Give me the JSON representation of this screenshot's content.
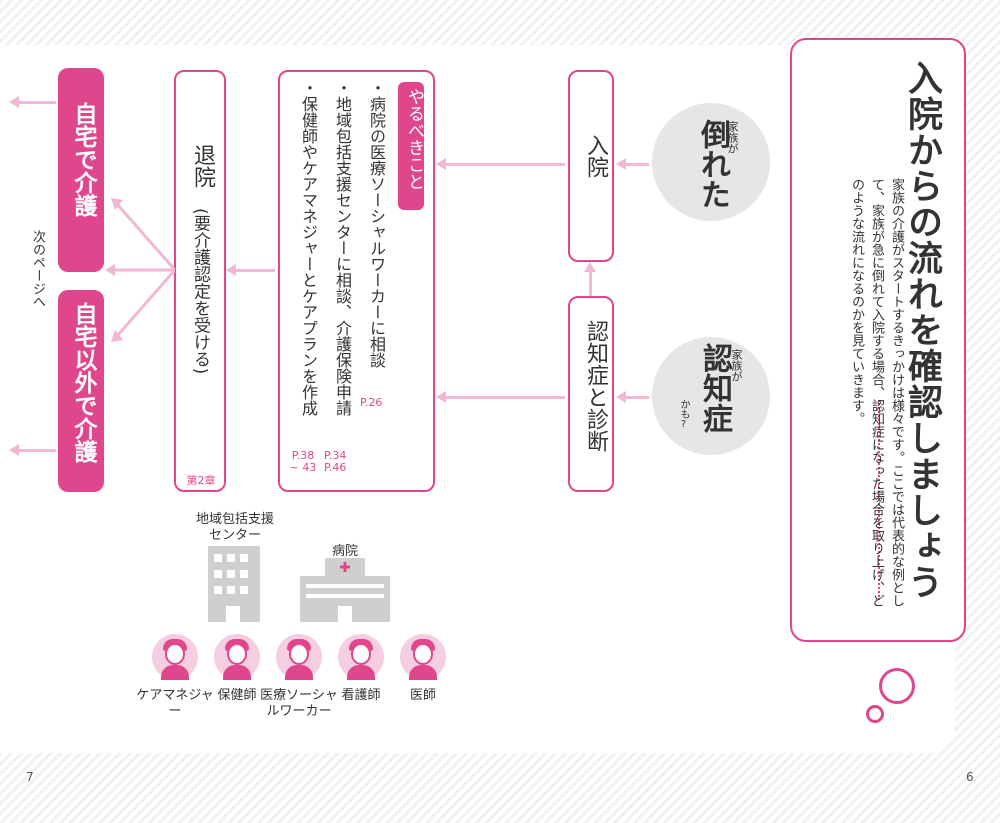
{
  "title": "入院からの流れを確認しましょう",
  "intro": "家族の介護がスタートするきっかけは様々です。ここでは代表的な例として、家族が急に倒れて入院する場合、認知症になった場合を取り上げ、どのような流れになるのかを見ていきます。",
  "trigger1": {
    "small": "家族が",
    "main": "倒れた"
  },
  "trigger2": {
    "small": "家族が",
    "main": "認知症",
    "suffix": "かも?"
  },
  "step_admission": "入院",
  "step_diagnosis": "認知症と診断",
  "todo": {
    "label": "やるべきこと",
    "items": [
      {
        "text": "・病院の医療ソーシャルワーカーに相談",
        "ref": "P.26"
      },
      {
        "text": "・地域包括支援センターに相談、介護保険申請",
        "ref": "P.34 P.46"
      },
      {
        "text": "・保健師やケアマネジャーとケアプランを作成",
        "ref": "P.38 ~ 43"
      }
    ]
  },
  "discharge": {
    "main": "退院",
    "sub": "(要介護認定を受ける)",
    "chapter": "第2章"
  },
  "outcome1": "自宅で介護",
  "outcome2": "自宅以外で介護",
  "next_page": "次のページへ",
  "facility1": "地域包括支援センター",
  "facility2": "病院",
  "people": [
    "ケアマネジャー",
    "保健師",
    "医療ソーシャルワーカー",
    "看護師",
    "医師"
  ],
  "page_left": "7",
  "page_right": "6",
  "colors": {
    "accent": "#e0468c",
    "accent_light": "#f2b7d2",
    "gray": "#e6e6e6"
  }
}
